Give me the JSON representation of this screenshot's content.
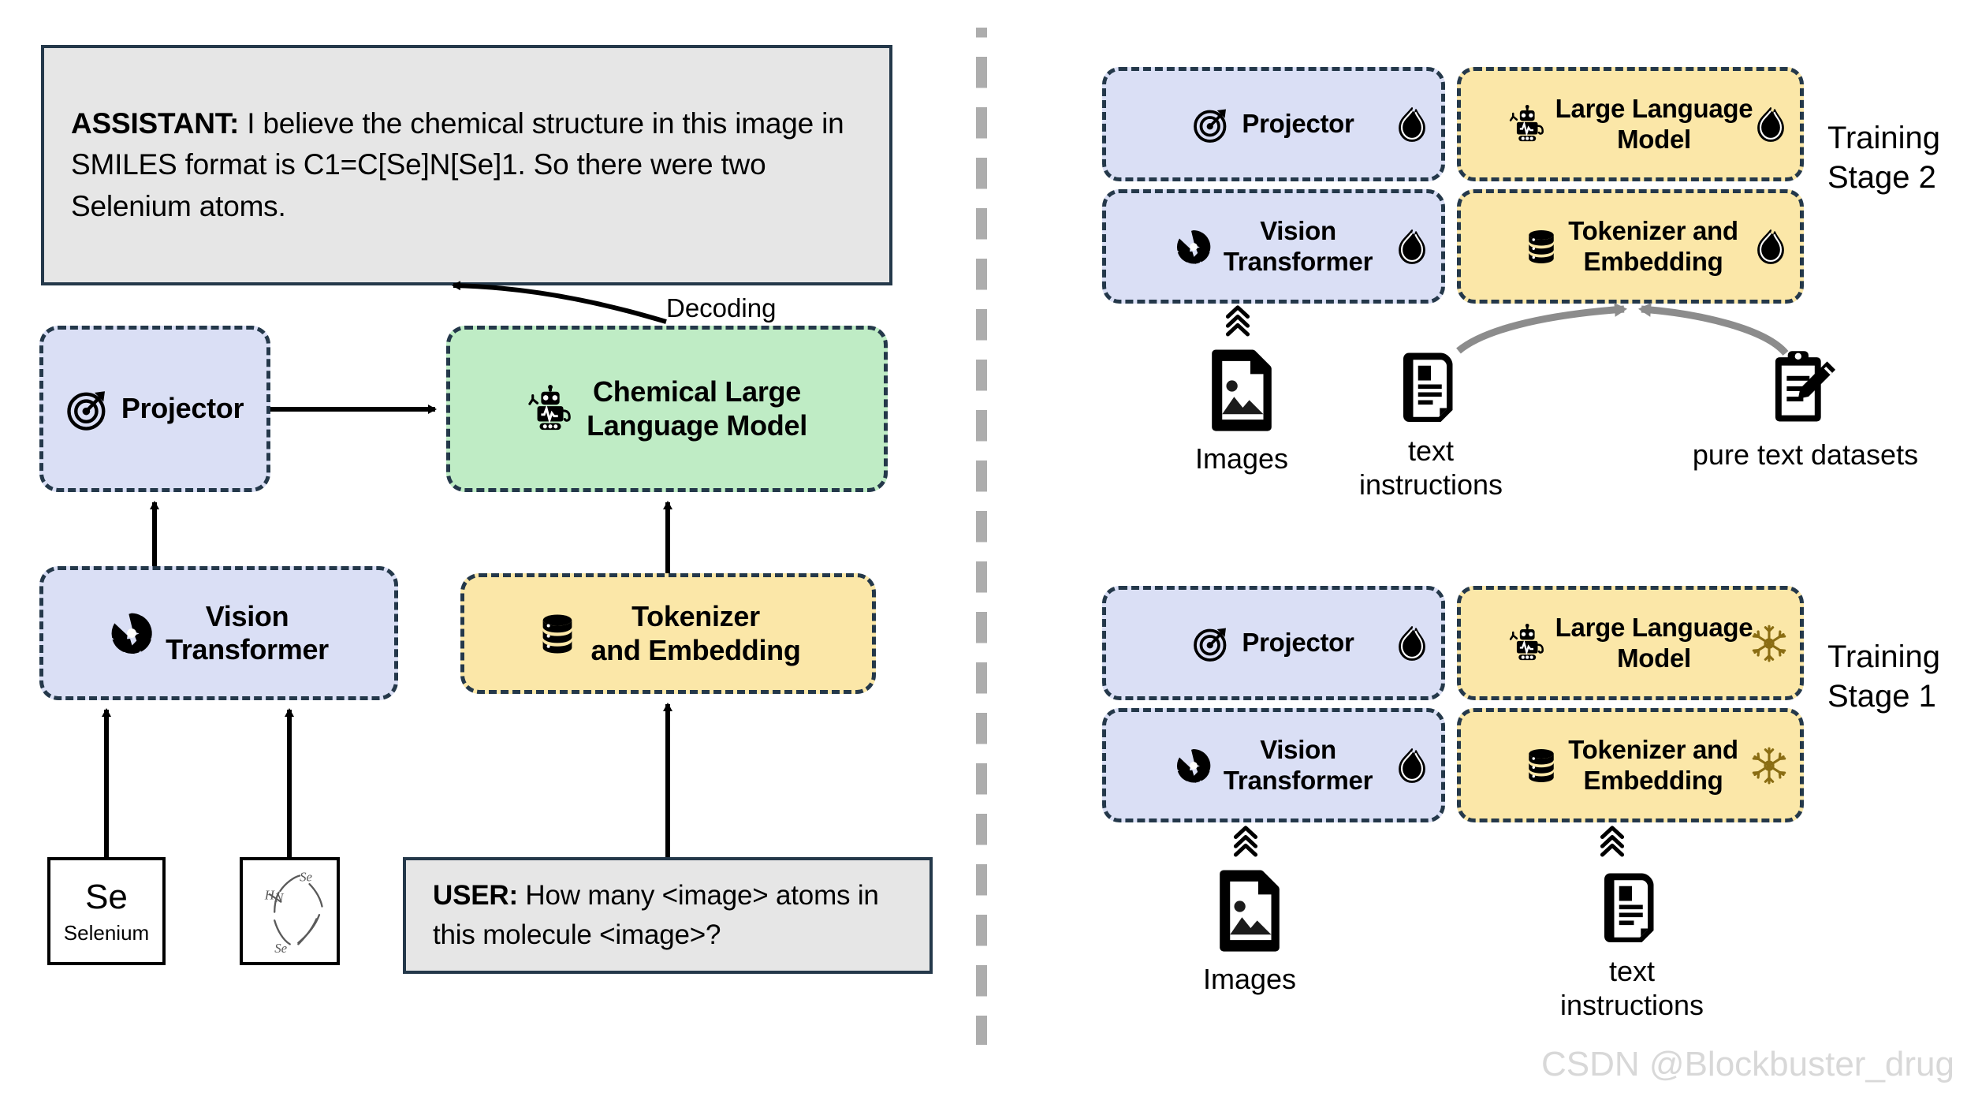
{
  "figure": {
    "watermark": "CSDN @Blockbuster_drug"
  },
  "left_panel": {
    "assistant_message": {
      "role_label": "ASSISTANT:",
      "text": " I believe the chemical structure in this image in SMILES format is C1=C[Se]N[Se]1. So there were two Selenium atoms."
    },
    "user_message": {
      "role_label": "USER:",
      "text": " How many <image> atoms in this molecule <image>?"
    },
    "decoding_label": "Decoding",
    "nodes": {
      "projector": {
        "label": "Projector",
        "icon": "target-icon",
        "color": "#dadff5"
      },
      "chemical_llm": {
        "label": "Chemical Large\nLanguage Model",
        "icon": "robot-icon",
        "color": "#bfecc5"
      },
      "vision_transformer": {
        "label": "Vision\nTransformer",
        "icon": "aperture-icon",
        "color": "#dadff5"
      },
      "tokenizer": {
        "label": "Tokenizer\nand Embedding",
        "icon": "database-icon",
        "color": "#fbe7a8"
      }
    },
    "inputs": {
      "element_tile": {
        "symbol": "Se",
        "name": "Selenium"
      },
      "molecule_sketch": {
        "labels": [
          "HN",
          "Se",
          "Se"
        ],
        "icon": "molecule-sketch-icon"
      }
    }
  },
  "right_panel": {
    "stage2": {
      "caption": "Training\nStage 2",
      "nodes": [
        {
          "label": "Projector",
          "icon": "target-icon",
          "color": "#dadff5",
          "state": "trainable",
          "state_icon": "flame-icon"
        },
        {
          "label": "Large Language\nModel",
          "icon": "robot-icon",
          "color": "#fbe7a8",
          "state": "trainable",
          "state_icon": "flame-icon"
        },
        {
          "label": "Vision\nTransformer",
          "icon": "aperture-icon",
          "color": "#dadff5",
          "state": "trainable",
          "state_icon": "flame-icon"
        },
        {
          "label": "Tokenizer and\nEmbedding",
          "icon": "database-icon",
          "color": "#fbe7a8",
          "state": "trainable",
          "state_icon": "flame-icon"
        }
      ],
      "sources": [
        {
          "label": "Images",
          "icon": "image-file-icon"
        },
        {
          "label": "text\ninstructions",
          "icon": "text-document-icon"
        },
        {
          "label": "pure text datasets",
          "icon": "clipboard-pencil-icon"
        }
      ]
    },
    "stage1": {
      "caption": "Training\nStage 1",
      "nodes": [
        {
          "label": "Projector",
          "icon": "target-icon",
          "color": "#dadff5",
          "state": "trainable",
          "state_icon": "flame-icon"
        },
        {
          "label": "Large Language\nModel",
          "icon": "robot-icon",
          "color": "#fbe7a8",
          "state": "frozen",
          "state_icon": "snowflake-icon"
        },
        {
          "label": "Vision\nTransformer",
          "icon": "aperture-icon",
          "color": "#dadff5",
          "state": "trainable",
          "state_icon": "flame-icon"
        },
        {
          "label": "Tokenizer and\nEmbedding",
          "icon": "database-icon",
          "color": "#fbe7a8",
          "state": "frozen",
          "state_icon": "snowflake-icon"
        }
      ],
      "sources": [
        {
          "label": "Images",
          "icon": "image-file-icon"
        },
        {
          "label": "text\ninstructions",
          "icon": "text-document-icon"
        }
      ]
    }
  },
  "colors": {
    "blue_fill": "#dadff5",
    "yellow_fill": "#fbe7a8",
    "green_fill": "#bfecc5",
    "border_dark": "#24384a",
    "chat_fill": "#e6e6e6",
    "divider_gray": "#adadad",
    "arrow_gray": "#8c8c8c",
    "snowflake": "#8a6d13"
  }
}
